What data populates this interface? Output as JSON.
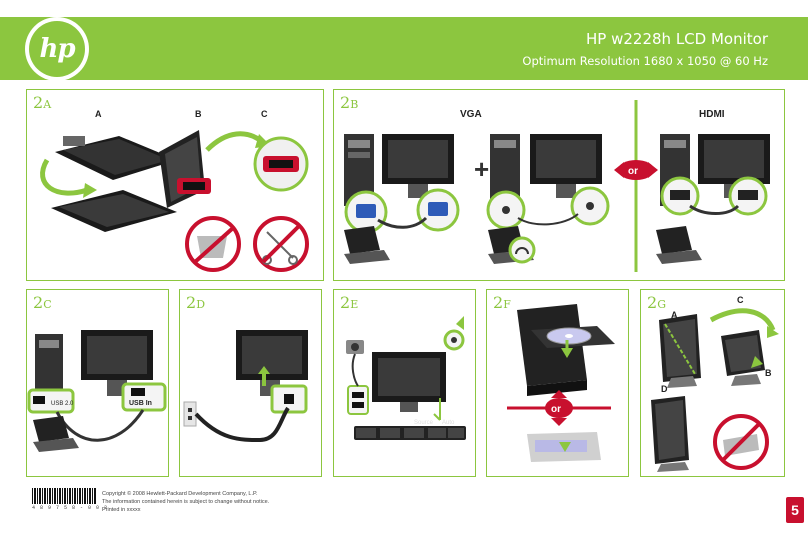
{
  "header": {
    "logo_text": "hp",
    "title": "HP w2228h LCD Monitor",
    "subtitle": "Optimum Resolution 1680 x 1050 @ 60 Hz"
  },
  "panels": {
    "p2a": {
      "label_num": "2",
      "label_letter": "A",
      "steps": [
        "A",
        "B",
        "C"
      ]
    },
    "p2b": {
      "label_num": "2",
      "label_letter": "B",
      "vga": "VGA",
      "hdmi": "HDMI",
      "or": "or",
      "plus": "+"
    },
    "p2c": {
      "label_num": "2",
      "label_letter": "C",
      "usb_in": "USB In",
      "usb_20": "USB 2.0"
    },
    "p2d": {
      "label_num": "2",
      "label_letter": "D"
    },
    "p2e": {
      "label_num": "2",
      "label_letter": "E",
      "source": "Source",
      "auto": "Auto"
    },
    "p2f": {
      "label_num": "2",
      "label_letter": "F",
      "or": "or"
    },
    "p2g": {
      "label_num": "2",
      "label_letter": "G",
      "steps": [
        "A",
        "B",
        "C",
        "D"
      ]
    }
  },
  "footer": {
    "copyright": "Copyright © 2008 Hewlett-Packard Development Company, L.P.",
    "notice": "The information contained herein is subject to change without notice.",
    "printed": "Printed in xxxxx",
    "barcode_number": "4 8 9 7 5 8 - 0 0 3",
    "page_number": "5"
  },
  "colors": {
    "accent": "#8cc63f",
    "warning_red": "#c8102e",
    "cable_dark": "#333333",
    "connector_blue": "#2e5bb8"
  }
}
